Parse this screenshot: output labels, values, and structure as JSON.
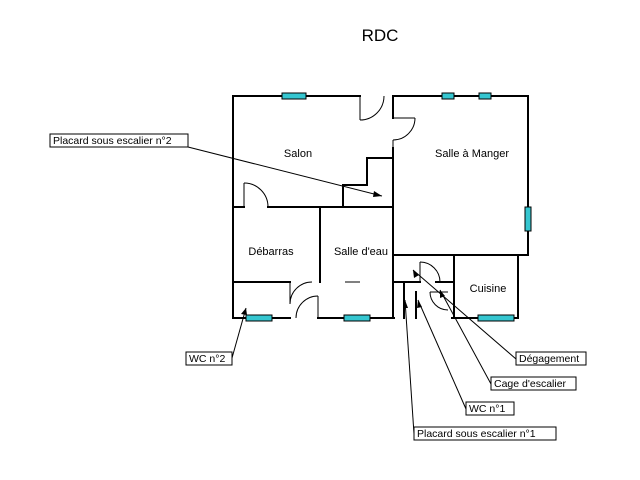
{
  "title": "RDC",
  "rooms": {
    "salon": "Salon",
    "salle_a_manger": "Salle à Manger",
    "debarras": "Débarras",
    "salle_deau": "Salle d'eau",
    "cuisine": "Cuisine"
  },
  "callouts": {
    "placard2": "Placard sous escalier n°2",
    "wc2": "WC n°2",
    "degagement": "Dégagement",
    "cage": "Cage d'escalier",
    "wc1": "WC n°1",
    "placard1": "Placard sous escalier n°1"
  },
  "colors": {
    "window": "#35c6d0",
    "wall": "#000000"
  }
}
